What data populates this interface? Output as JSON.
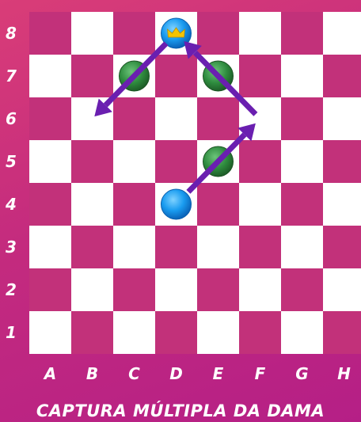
{
  "board": {
    "files": [
      "A",
      "B",
      "C",
      "D",
      "E",
      "F",
      "G",
      "H"
    ],
    "ranks": [
      "8",
      "7",
      "6",
      "5",
      "4",
      "3",
      "2",
      "1"
    ],
    "colors": {
      "light_square": "#ffffff",
      "dark_square": "#c2317a",
      "player_piece": "#1a9cf0",
      "captured_piece": "#2e8b3e",
      "arrow": "#6a1fb0",
      "crown": "#f5c400"
    }
  },
  "pieces": [
    {
      "id": "queen-start",
      "kind": "player",
      "square": "D4",
      "crowned": false
    },
    {
      "id": "queen-end",
      "kind": "player",
      "square": "D8",
      "crowned": true
    },
    {
      "id": "captured-1",
      "kind": "captured",
      "square": "E5"
    },
    {
      "id": "captured-2",
      "kind": "captured",
      "square": "E7"
    },
    {
      "id": "captured-3",
      "kind": "captured",
      "square": "C7"
    }
  ],
  "moves": [
    {
      "from": "D4",
      "to": "F6"
    },
    {
      "from": "F6",
      "to": "D8"
    },
    {
      "from": "D8",
      "to": "B6"
    }
  ],
  "caption": "CAPTURA MÚLTIPLA DA DAMA"
}
